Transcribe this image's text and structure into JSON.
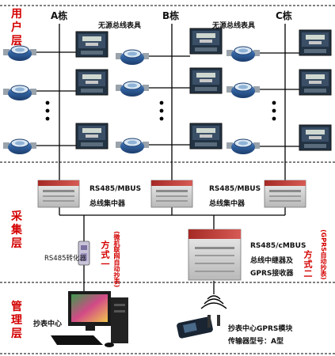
{
  "layers": {
    "user": "用户层",
    "collect": "采集层",
    "manage": "管理层"
  },
  "buildings": {
    "a": "A栋",
    "b": "B栋",
    "c": "C栋"
  },
  "meter_box_label": "无源总线表具",
  "concentrator": {
    "line1": "RS485/MBUS",
    "line2": "总线集中器"
  },
  "relay": {
    "line1": "RS485/cMBUS",
    "line2": "总线中继器及",
    "line3": "GPRS接收器"
  },
  "rs485_converter": "RS485转化器",
  "mode1": {
    "title": "方式一",
    "note": "(微机联网自动抄表)"
  },
  "mode2": {
    "title": "方式二",
    "note": "(GPRS自动抄表)"
  },
  "center": "抄表中心",
  "gprs_module": {
    "line1": "抄表中心GPRS模块",
    "line2": "传输器型号：A型"
  },
  "colors": {
    "layer_text": "#d40000",
    "meter_blue": "#2f5f9c",
    "device_red": "#c03a36"
  }
}
